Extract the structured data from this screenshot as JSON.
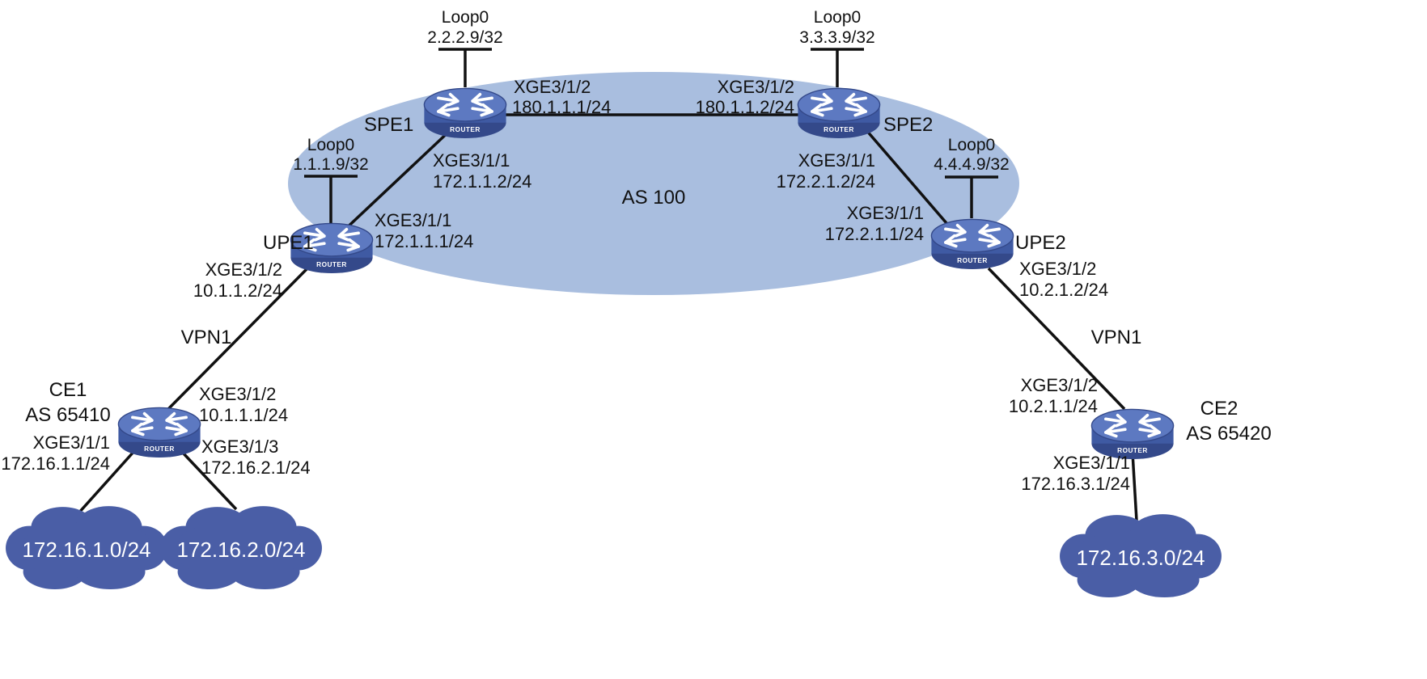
{
  "as_label": "AS 100",
  "vpn_labels": {
    "left": "VPN1",
    "right": "VPN1"
  },
  "router_caption": "ROUTER",
  "colors": {
    "as_region": "#a9bedf",
    "router_body": "#3f5aa3",
    "router_top": "#5d79c1",
    "cloud": "#4a5ea6",
    "link": "#111111"
  },
  "icons": {
    "router": "router-icon",
    "cloud": "cloud-icon",
    "loopback": "loopback-stub-icon"
  },
  "routers": {
    "spe1": {
      "name": "SPE1"
    },
    "spe2": {
      "name": "SPE2"
    },
    "upe1": {
      "name": "UPE1"
    },
    "upe2": {
      "name": "UPE2"
    },
    "ce1": {
      "name": "CE1",
      "as": "AS 65410"
    },
    "ce2": {
      "name": "CE2",
      "as": "AS 65420"
    }
  },
  "loopbacks": {
    "spe1": {
      "name": "Loop0",
      "ip": "2.2.2.9/32"
    },
    "spe2": {
      "name": "Loop0",
      "ip": "3.3.3.9/32"
    },
    "upe1": {
      "name": "Loop0",
      "ip": "1.1.1.9/32"
    },
    "upe2": {
      "name": "Loop0",
      "ip": "4.4.4.9/32"
    }
  },
  "interfaces": {
    "spe1_xge312": {
      "port": "XGE3/1/2",
      "ip": "180.1.1.1/24"
    },
    "spe2_xge312": {
      "port": "XGE3/1/2",
      "ip": "180.1.1.2/24"
    },
    "spe1_xge311": {
      "port": "XGE3/1/1",
      "ip": "172.1.1.2/24"
    },
    "upe1_xge311": {
      "port": "XGE3/1/1",
      "ip": "172.1.1.1/24"
    },
    "spe2_xge311": {
      "port": "XGE3/1/1",
      "ip": "172.2.1.2/24"
    },
    "upe2_xge311": {
      "port": "XGE3/1/1",
      "ip": "172.2.1.1/24"
    },
    "upe1_xge312": {
      "port": "XGE3/1/2",
      "ip": "10.1.1.2/24"
    },
    "ce1_xge312": {
      "port": "XGE3/1/2",
      "ip": "10.1.1.1/24"
    },
    "ce1_xge311": {
      "port": "XGE3/1/1",
      "ip": "172.16.1.1/24"
    },
    "ce1_xge313": {
      "port": "XGE3/1/3",
      "ip": "172.16.2.1/24"
    },
    "upe2_xge312": {
      "port": "XGE3/1/2",
      "ip": "10.2.1.2/24"
    },
    "ce2_xge312": {
      "port": "XGE3/1/2",
      "ip": "10.2.1.1/24"
    },
    "ce2_xge311": {
      "port": "XGE3/1/1",
      "ip": "172.16.3.1/24"
    }
  },
  "networks": {
    "net1": "172.16.1.0/24",
    "net2": "172.16.2.0/24",
    "net3": "172.16.3.0/24"
  }
}
